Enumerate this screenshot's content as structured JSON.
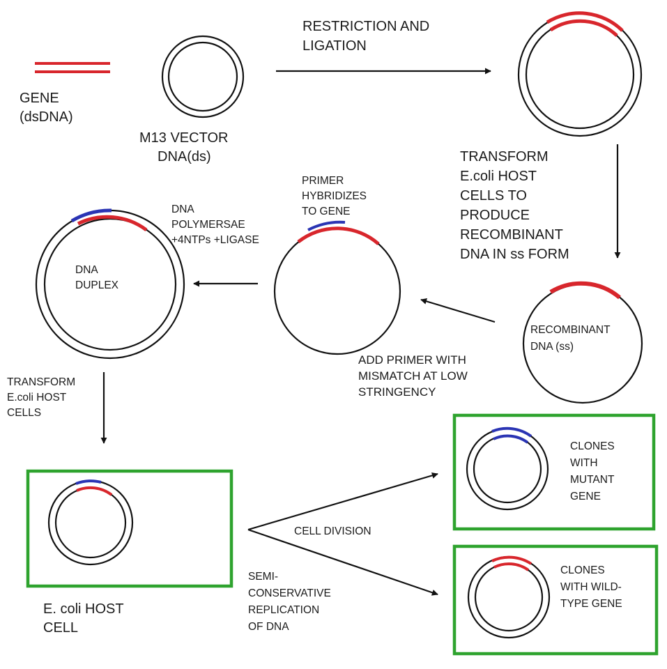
{
  "colors": {
    "gene": "#d8262c",
    "primer": "#2a34b4",
    "box": "#2ea32e",
    "ink": "#111111"
  },
  "labels": {
    "gene": [
      "GENE",
      "(dsDNA)"
    ],
    "vector": [
      "M13 VECTOR",
      "DNA(ds)"
    ],
    "restriction": [
      "RESTRICTION AND",
      "LIGATION"
    ],
    "transform_host": [
      "TRANSFORM",
      "E.coli HOST",
      "CELLS TO",
      "PRODUCE",
      "RECOMBINANT",
      "DNA IN ss FORM"
    ],
    "recombinant": [
      "RECOMBINANT",
      "DNA (ss)"
    ],
    "add_primer": [
      "ADD PRIMER WITH",
      "MISMATCH AT LOW",
      "STRINGENCY"
    ],
    "primer_hybridizes": [
      "PRIMER",
      "HYBRIDIZES",
      "TO GENE"
    ],
    "polymerase": [
      "DNA",
      "POLYMERSAE",
      "+4NTPs +LIGASE"
    ],
    "duplex": [
      "DNA",
      "DUPLEX"
    ],
    "transform_cells": [
      "TRANSFORM",
      "E.coli HOST",
      "CELLS"
    ],
    "host_cell": [
      "E. coli HOST",
      "CELL"
    ],
    "cell_division": "CELL DIVISION",
    "semi_conservative": [
      "SEMI-",
      "CONSERVATIVE",
      "REPLICATION",
      "OF DNA"
    ],
    "mutant_clones": [
      "CLONES",
      "WITH",
      "MUTANT",
      "GENE"
    ],
    "wildtype_clones": [
      "CLONES",
      "WITH WILD-",
      "TYPE GENE"
    ]
  }
}
